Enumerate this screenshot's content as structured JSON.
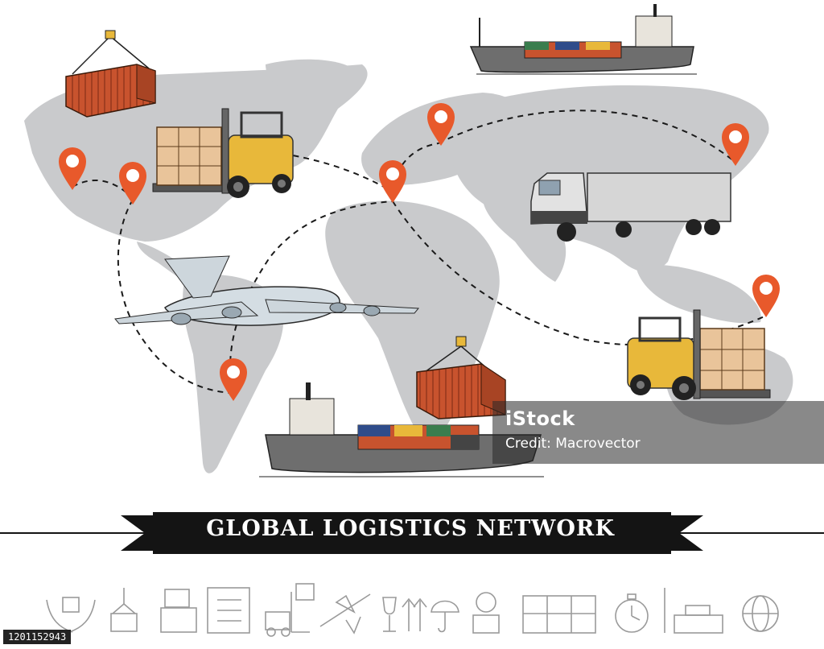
{
  "banner": {
    "title": "GLOBAL LOGISTICS NETWORK"
  },
  "watermark": {
    "logo": "iStock",
    "credit": "Credit: Macrovector"
  },
  "footer": {
    "image_id": "1201152943"
  },
  "colors": {
    "map": "#c9cacc",
    "pin": "#e8592b",
    "container": "#c8532e",
    "forklift": "#e8b83a",
    "banner": "#141414"
  },
  "icons": [
    "hands-box-icon",
    "crane-container-icon",
    "boxes-icon",
    "checklist-icon",
    "forklift-icon",
    "airplane-icon",
    "fragile-glass-icon",
    "arrows-up-icon",
    "umbrella-icon",
    "operator-icon",
    "warehouse-boxes-icon",
    "stopwatch-icon",
    "scale-icon",
    "globe-icon"
  ]
}
